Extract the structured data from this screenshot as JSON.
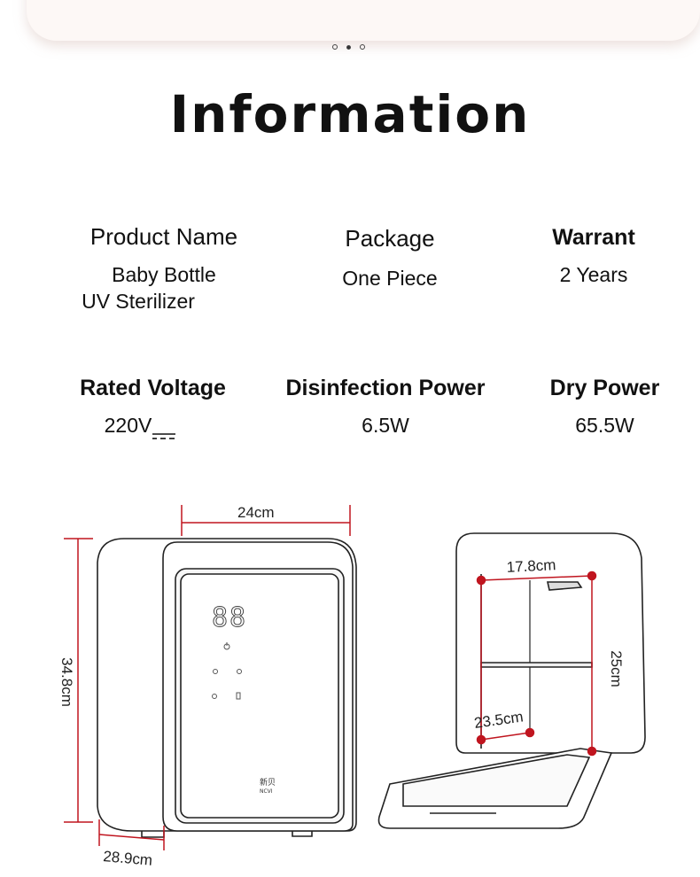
{
  "pager": {
    "count": 3,
    "active": 1
  },
  "title": "Information",
  "specs": {
    "product_name": {
      "label": "Product Name",
      "value_line1": "Baby Bottle",
      "value_line2": "UV Sterilizer"
    },
    "package": {
      "label": "Package",
      "value": "One Piece"
    },
    "warranty": {
      "label": "Warrant",
      "value": "2 Years"
    },
    "rated_voltage": {
      "label": "Rated Voltage",
      "value": "220V"
    },
    "disinfection_power": {
      "label": "Disinfection Power",
      "value": "6.5W"
    },
    "dry_power": {
      "label": "Dry Power",
      "value": "65.5W"
    }
  },
  "dimensions": {
    "width": "24cm",
    "height": "34.8cm",
    "depth": "28.9cm",
    "inner_width": "17.8cm",
    "inner_height": "25cm",
    "inner_depth": "23.5cm"
  },
  "device": {
    "display_digits": "88",
    "brand_top": "新贝",
    "brand_bottom": "NCVI"
  },
  "colors": {
    "dimension_line": "#c0151f",
    "outline": "#222222"
  }
}
